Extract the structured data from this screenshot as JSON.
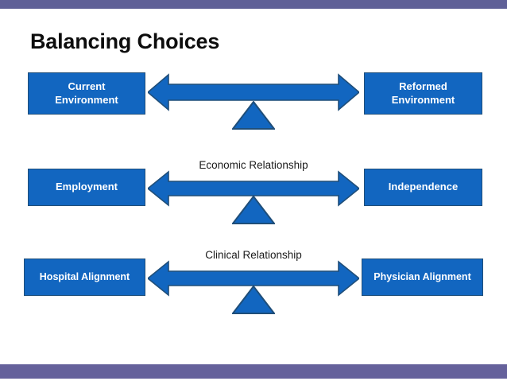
{
  "slide": {
    "title": "Balancing Choices",
    "accent_bar_color": "#5f6097",
    "box_fill_color": "#1266c0",
    "box_border_color": "#1f4e79",
    "arrow_color": "#1266c0",
    "arrow_outline_color": "#1f4e79",
    "title_color": "#0d0d0d"
  },
  "rows": [
    {
      "id": "row-1",
      "relationship_label": "",
      "left_box": "Current\nEnvironment",
      "left_box_line1": "Current",
      "left_box_line2": "Environment",
      "right_box": "Reformed\nEnvironment",
      "right_box_line1": "Reformed",
      "right_box_line2": "Environment"
    },
    {
      "id": "row-2",
      "relationship_label": "Economic Relationship",
      "left_box": "Employment",
      "right_box": "Independence"
    },
    {
      "id": "row-3",
      "relationship_label": "Clinical Relationship",
      "left_box": "Hospital Alignment",
      "right_box": "Physician Alignment"
    }
  ]
}
